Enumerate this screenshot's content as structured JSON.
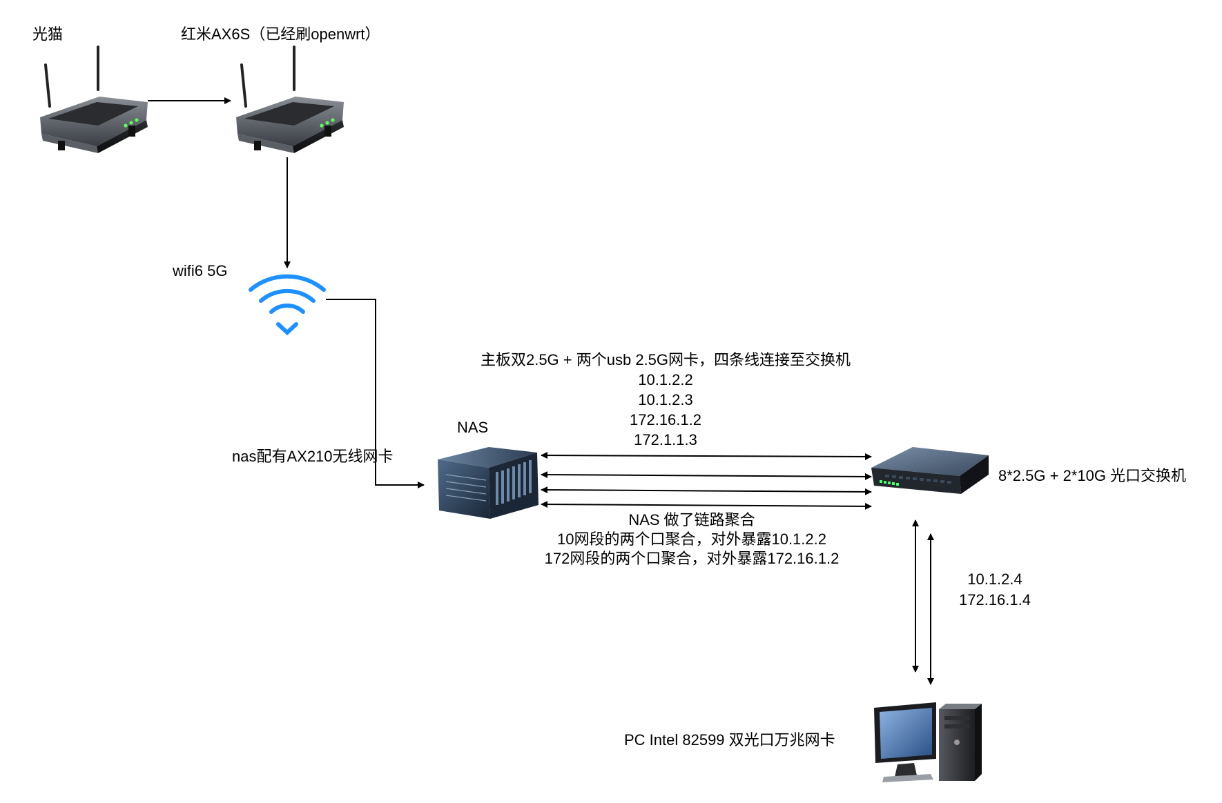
{
  "nodes": {
    "modem": {
      "label": "光猫",
      "icon": "router-icon"
    },
    "router": {
      "label": "红米AX6S（已经刷openwrt）",
      "icon": "router-icon"
    },
    "wifi": {
      "label": "wifi6 5G",
      "icon": "wifi-icon",
      "color": "#1e90ff"
    },
    "nas": {
      "label": "NAS",
      "icon": "server-icon"
    },
    "nas_wifi_card": {
      "label": "nas配有AX210无线网卡"
    },
    "switch": {
      "label": "8*2.5G + 2*10G 光口交换机",
      "icon": "switch-icon"
    },
    "pc": {
      "label": "PC Intel 82599 双光口万兆网卡",
      "icon": "desktop-computer-icon"
    }
  },
  "nas_uplink": {
    "description": "主板双2.5G + 两个usb 2.5G网卡，四条线连接至交换机",
    "ips": [
      "10.1.2.2",
      "10.1.2.3",
      "172.16.1.2",
      "172.1.1.3"
    ]
  },
  "aggregation": {
    "lines": [
      "NAS 做了链路聚合",
      "10网段的两个口聚合，对外暴露10.1.2.2",
      "172网段的两个口聚合，对外暴露172.16.1.2"
    ]
  },
  "pc_link": {
    "ips": [
      "10.1.2.4",
      "172.16.1.4"
    ]
  }
}
